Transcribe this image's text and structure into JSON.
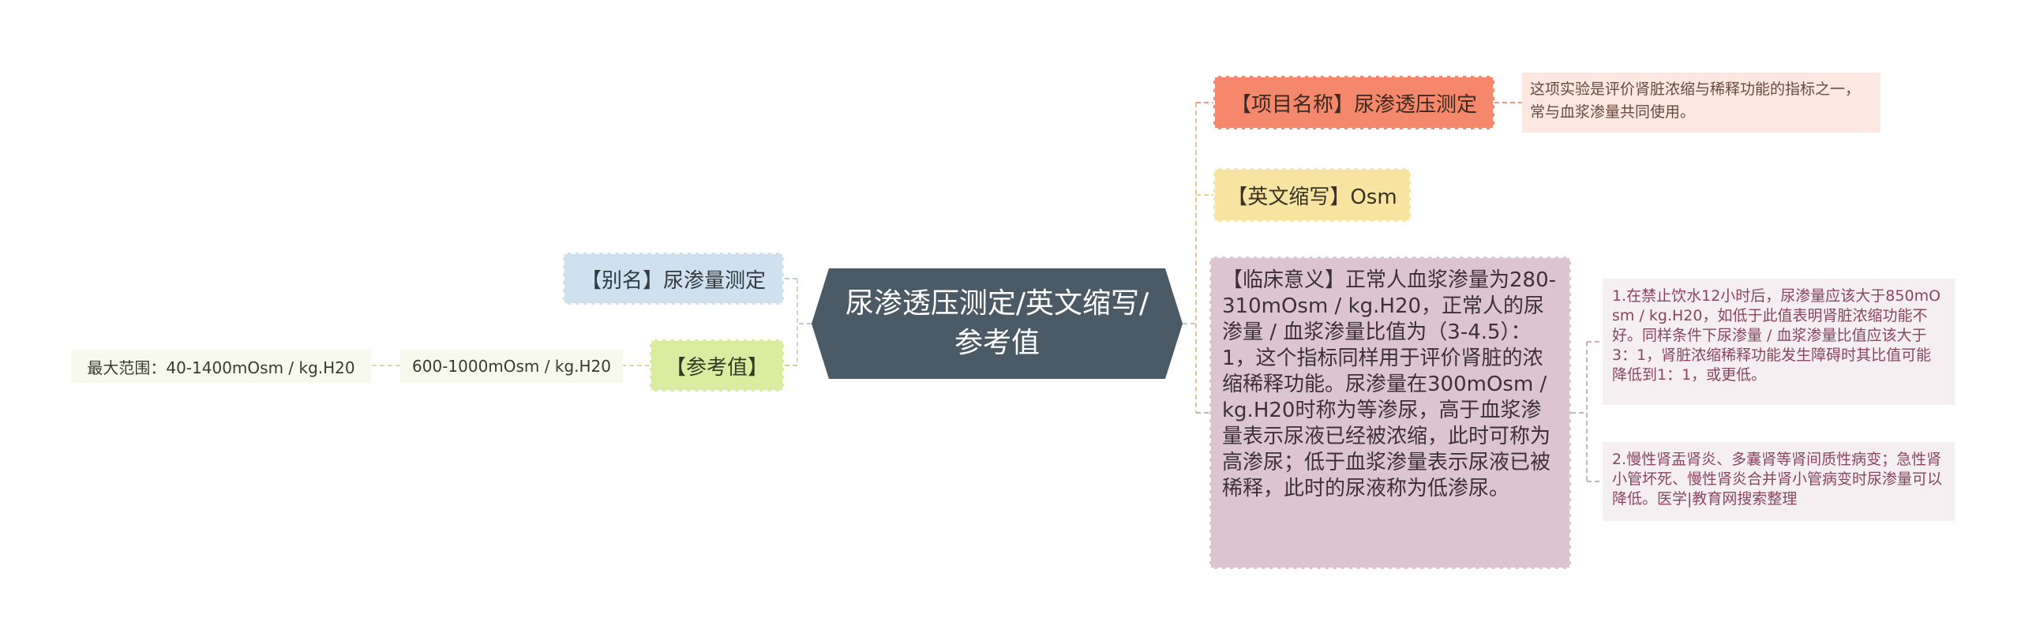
{
  "central": {
    "title": "尿渗透压测定/英文缩写/参考值",
    "color": "#4a5a67"
  },
  "right": {
    "name": {
      "label": "【项目名称】尿渗透压测定",
      "note": "这项实验是评价肾脏浓缩与稀释功能的指标之一，常与血浆渗量共同使用。"
    },
    "abbr": {
      "label": "【英文缩写】Osm"
    },
    "clinical": {
      "label": "【临床意义】正常人血浆渗量为280-310mOsm / kg.H20，正常人的尿渗量 / 血浆渗量比值为（3-4.5）：1，这个指标同样用于评价肾脏的浓缩稀释功能。尿渗量在300mOsm / kg.H20时称为等渗尿，高于血浆渗量表示尿液已经被浓缩，此时可称为高渗尿；低于血浆渗量表示尿液已被稀释，此时的尿液称为低渗尿。",
      "notes": [
        "1.在禁止饮水12小时后，尿渗量应该大于850mOsm / kg.H20，如低于此值表明肾脏浓缩功能不好。同样条件下尿渗量 / 血浆渗量比值应该大于3：1，肾脏浓缩稀释功能发生障碍时其比值可能降低到1：1，或更低。",
        "2.慢性肾盂肾炎、多囊肾等肾间质性病变；急性肾小管坏死、慢性肾炎合并肾小管病变时尿渗量可以降低。医学|教育网搜索整理"
      ]
    }
  },
  "left": {
    "alias": {
      "label": "【别名】尿渗量测定"
    },
    "reference": {
      "label": "【参考值】",
      "value": "600-1000mOsm / kg.H20",
      "range": "最大范围：40-1400mOsm / kg.H20"
    }
  },
  "colors": {
    "name": "#f5876a",
    "name_note": "#fde7e1",
    "abbr": "#f7e4a0",
    "clinical": "#dcc5ce",
    "clinical_note": "#f6eff2",
    "alias": "#cfe0ef",
    "reference": "#d9ec9f",
    "reference_note": "#f6f9ec"
  }
}
